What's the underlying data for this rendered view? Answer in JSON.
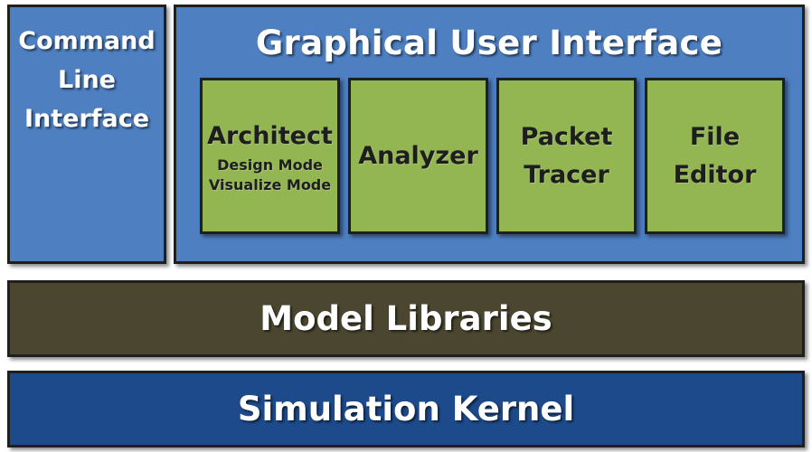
{
  "colors": {
    "blue_panel": "#4d7fc1",
    "green_module": "#93b552",
    "olive_bar": "#4a4630",
    "navy_bar": "#1d4a8a",
    "border": "#1f1f1f"
  },
  "cli": {
    "lines": [
      "Command",
      "Line",
      "Interface"
    ]
  },
  "gui": {
    "title": "Graphical User Interface",
    "modules": [
      {
        "title_lines": [
          "Architect"
        ],
        "sub_lines": [
          "Design Mode",
          "Visualize Mode"
        ]
      },
      {
        "title_lines": [
          "Analyzer"
        ],
        "sub_lines": []
      },
      {
        "title_lines": [
          "Packet",
          "Tracer"
        ],
        "sub_lines": []
      },
      {
        "title_lines": [
          "File",
          "Editor"
        ],
        "sub_lines": []
      }
    ]
  },
  "layers": {
    "model_libraries": "Model Libraries",
    "simulation_kernel": "Simulation Kernel"
  }
}
